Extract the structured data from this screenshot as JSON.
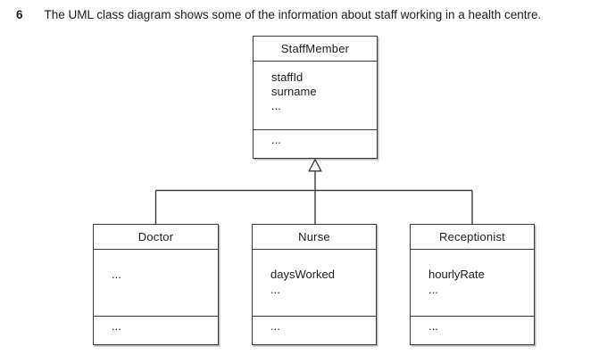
{
  "header": {
    "question_number": "6",
    "question_text": "The UML class diagram shows some of the information about staff working in a health centre."
  },
  "diagram": {
    "kind": "UML class diagram",
    "relationship": "inheritance: Doctor, Nurse and Receptionist are subclasses of StaffMember (hollow triangle arrow)",
    "parent": {
      "name": "StaffMember",
      "attributes": [
        "staffId",
        "surname",
        "..."
      ],
      "methods": [
        "..."
      ]
    },
    "children": [
      {
        "name": "Doctor",
        "attributes": [
          "..."
        ],
        "methods": [
          "..."
        ]
      },
      {
        "name": "Nurse",
        "attributes": [
          "daysWorked",
          "..."
        ],
        "methods": [
          "..."
        ]
      },
      {
        "name": "Receptionist",
        "attributes": [
          "hourlyRate",
          "..."
        ],
        "methods": [
          "..."
        ]
      }
    ],
    "colors": {
      "line": "#3a3a3a",
      "text": "#1d1d1d",
      "background": "#ffffff"
    }
  }
}
